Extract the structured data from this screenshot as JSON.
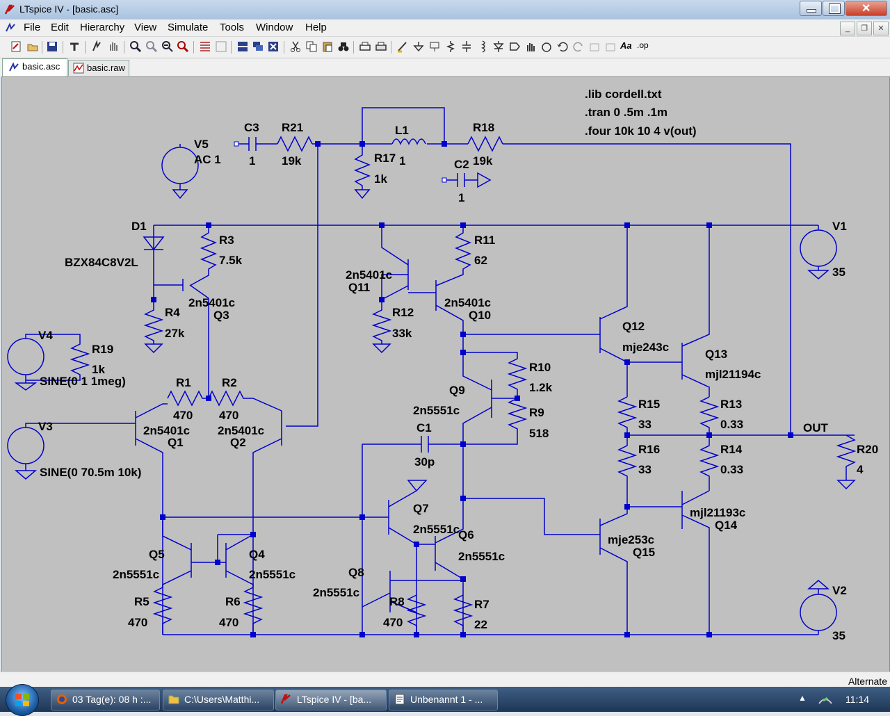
{
  "window": {
    "title": "LTspice IV - [basic.asc]"
  },
  "menu": [
    "File",
    "Edit",
    "Hierarchy",
    "View",
    "Simulate",
    "Tools",
    "Window",
    "Help"
  ],
  "tabs": [
    {
      "label": "basic.asc",
      "active": true
    },
    {
      "label": "basic.raw",
      "active": false
    }
  ],
  "schematic": {
    "directives": [
      ".lib cordell.txt",
      ".tran 0 .5m .1m",
      ".four 10k 10 4 v(out)"
    ],
    "labels": {
      "V5": "V5",
      "V5val": "AC 1",
      "C3": "C3",
      "C3val": "1",
      "R21": "R21",
      "R21val": "19k",
      "L1": "L1",
      "L1val": "1",
      "R17": "R17",
      "R17val": "1k",
      "R18": "R18",
      "R18val": "19k",
      "C2": "C2",
      "C2val": "1",
      "D1": "D1",
      "D1val": "BZX84C8V2L",
      "R3": "R3",
      "R3val": "7.5k",
      "R11": "R11",
      "R11val": "62",
      "V1": "V1",
      "V1val": "35",
      "Q11val": "2n5401c",
      "Q11": "Q11",
      "R4": "R4",
      "R4val": "27k",
      "Q3val": "2n5401c",
      "Q3": "Q3",
      "R12": "R12",
      "R12val": "33k",
      "Q10val": "2n5401c",
      "Q10": "Q10",
      "Q12": "Q12",
      "Q12val": "mje243c",
      "V4": "V4",
      "R19": "R19",
      "R19val": "1k",
      "V4val": "SINE(0 1 1meg)",
      "R1": "R1",
      "R1val": "470",
      "R2": "R2",
      "R2val": "470",
      "Q1val": "2n5401c",
      "Q1": "Q1",
      "Q2val": "2n5401c",
      "Q2": "Q2",
      "Q13": "Q13",
      "Q13val": "mjl21194c",
      "R10": "R10",
      "R10val": "1.2k",
      "Q9": "Q9",
      "Q9val": "2n5551c",
      "R9": "R9",
      "R9val": "518",
      "C1": "C1",
      "C1val": "30p",
      "R15": "R15",
      "R15val": "33",
      "R13": "R13",
      "R13val": "0.33",
      "OUT": "OUT",
      "R20": "R20",
      "R20val": "4",
      "V3": "V3",
      "V3val": "SINE(0 70.5m 10k)",
      "R16": "R16",
      "R16val": "33",
      "R14": "R14",
      "R14val": "0.33",
      "Q7": "Q7",
      "Q7val": "2n5551c",
      "Q6": "Q6",
      "Q6val": "2n5551c",
      "Q14val": "mjl21193c",
      "Q14": "Q14",
      "Q5": "Q5",
      "Q5val": "2n5551c",
      "Q4": "Q4",
      "Q4val": "2n5551c",
      "Q15val": "mje253c",
      "Q15": "Q15",
      "Q8": "Q8",
      "Q8val": "2n5551c",
      "R5": "R5",
      "R5val": "470",
      "R6": "R6",
      "R6val": "470",
      "R8": "R8",
      "R8val": "470",
      "R7": "R7",
      "R7val": "22",
      "V2": "V2",
      "V2val": "35"
    }
  },
  "status": {
    "right": "Alternate"
  },
  "taskbar": {
    "items": [
      {
        "label": "03 Tag(e): 08 h :...",
        "icon": "firefox-icon"
      },
      {
        "label": "C:\\Users\\Matthi...",
        "icon": "folder-icon"
      },
      {
        "label": "LTspice IV - [ba...",
        "icon": "ltspice-icon"
      },
      {
        "label": "Unbenannt 1 - ...",
        "icon": "document-icon"
      }
    ],
    "clock": "11:14"
  }
}
